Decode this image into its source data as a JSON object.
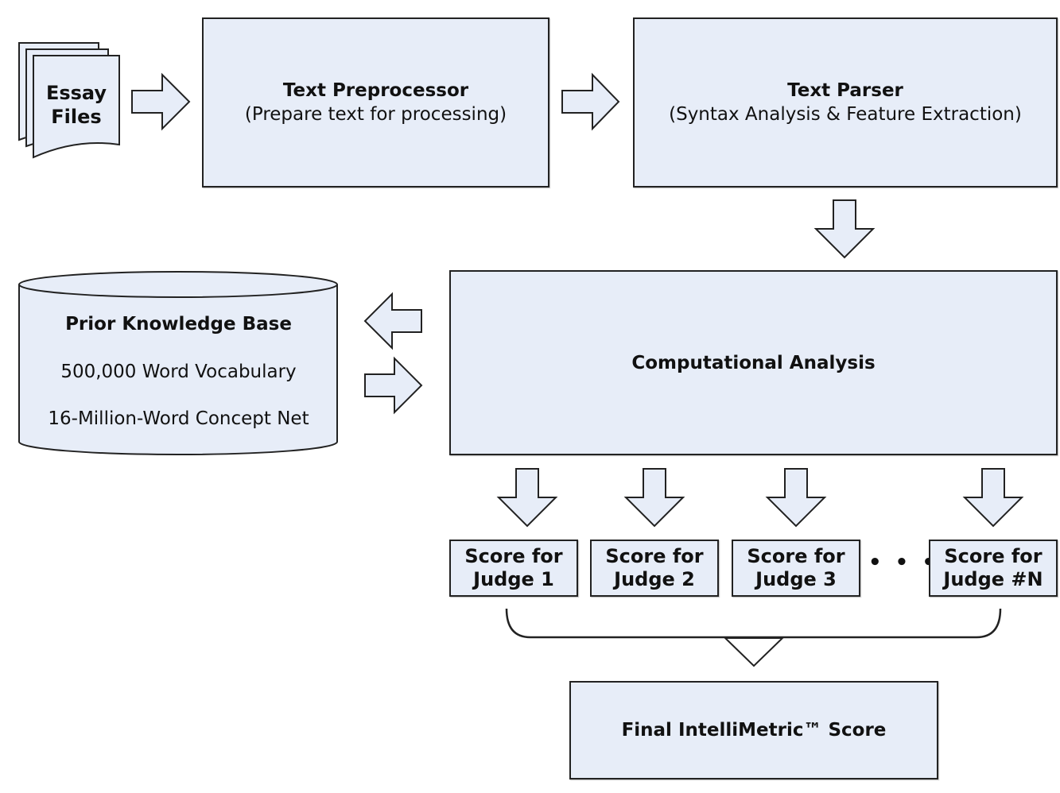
{
  "essay_files": {
    "line1": "Essay",
    "line2": "Files"
  },
  "preprocessor": {
    "title": "Text Preprocessor",
    "subtitle": "(Prepare text for processing)"
  },
  "parser": {
    "title": "Text Parser",
    "subtitle": "(Syntax Analysis & Feature Extraction)"
  },
  "knowledge_base": {
    "title": "Prior Knowledge Base",
    "line1": "500,000 Word Vocabulary",
    "line2": "16-Million-Word Concept Net"
  },
  "computational": {
    "title": "Computational Analysis"
  },
  "judges": [
    {
      "line1": "Score for",
      "line2": "Judge 1"
    },
    {
      "line1": "Score for",
      "line2": "Judge 2"
    },
    {
      "line1": "Score for",
      "line2": "Judge 3"
    },
    {
      "line1": "Score for",
      "line2": "Judge #N"
    }
  ],
  "ellipsis": "• • •",
  "final": {
    "title": "Final IntelliMetric™ Score"
  },
  "colors": {
    "box_fill": "#e7edf8",
    "stroke": "#222222",
    "background": "#ffffff"
  }
}
